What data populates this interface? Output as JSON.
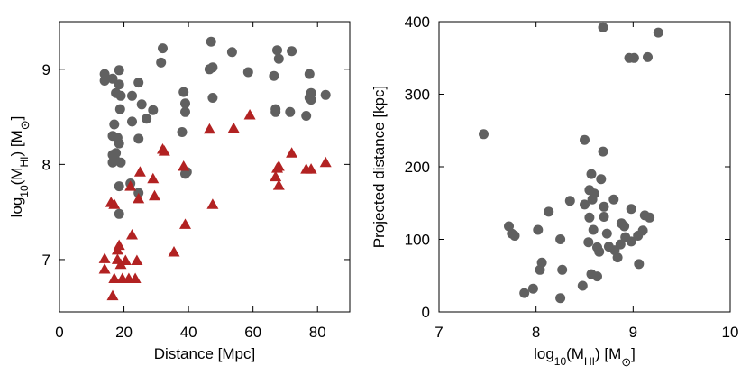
{
  "chart_data": [
    {
      "type": "scatter",
      "xlabel": "Distance [Mpc]",
      "ylabel_parts": {
        "pre": "log",
        "sub1": "10",
        "mid": "(M",
        "sub2": "HI",
        "post": ") [M",
        "sun": "⊙",
        "close": "]"
      },
      "xlim": [
        0,
        90
      ],
      "ylim": [
        6.45,
        9.5
      ],
      "x_ticks": [
        0,
        20,
        40,
        60,
        80
      ],
      "y_ticks": [
        7,
        8,
        9
      ],
      "x_tick_labels": [
        "0",
        "20",
        "40",
        "60",
        "80"
      ],
      "y_tick_labels": [
        "7",
        "8",
        "9"
      ],
      "series": [
        {
          "marker": "circle",
          "color": "#606060",
          "points": [
            [
              14,
              8.95
            ],
            [
              14,
              8.88
            ],
            [
              16.5,
              8.9
            ],
            [
              17.5,
              8.75
            ],
            [
              18.5,
              8.84
            ],
            [
              18.5,
              8.99
            ],
            [
              19,
              8.72
            ],
            [
              18.8,
              8.58
            ],
            [
              17,
              8.42
            ],
            [
              22.5,
              8.72
            ],
            [
              22.5,
              8.45
            ],
            [
              24.5,
              8.86
            ],
            [
              25.5,
              8.63
            ],
            [
              27,
              8.48
            ],
            [
              29,
              8.57
            ],
            [
              32,
              9.22
            ],
            [
              31.5,
              9.07
            ],
            [
              38.5,
              8.76
            ],
            [
              39,
              8.64
            ],
            [
              39,
              8.55
            ],
            [
              38,
              8.34
            ],
            [
              47,
              9.29
            ],
            [
              46.5,
              9.0
            ],
            [
              47.5,
              9.02
            ],
            [
              47.5,
              8.7
            ],
            [
              53.5,
              9.18
            ],
            [
              58.5,
              8.97
            ],
            [
              67.5,
              9.2
            ],
            [
              68,
              9.11
            ],
            [
              72,
              9.19
            ],
            [
              66.5,
              8.93
            ],
            [
              67,
              8.58
            ],
            [
              67,
              8.55
            ],
            [
              71.5,
              8.55
            ],
            [
              76.5,
              8.51
            ],
            [
              77.5,
              8.95
            ],
            [
              78,
              8.75
            ],
            [
              77.5,
              8.7
            ],
            [
              78,
              8.68
            ],
            [
              82.5,
              8.73
            ],
            [
              16.5,
              8.3
            ],
            [
              16.5,
              8.1
            ],
            [
              17.5,
              8.12
            ],
            [
              18.5,
              8.22
            ],
            [
              16.5,
              8.02
            ],
            [
              17.5,
              8.04
            ],
            [
              18,
              8.28
            ],
            [
              19,
              8.02
            ],
            [
              24.5,
              8.27
            ],
            [
              18.5,
              7.77
            ],
            [
              18.5,
              7.48
            ],
            [
              22,
              7.8
            ],
            [
              24.5,
              7.7
            ],
            [
              39,
              7.9
            ],
            [
              39.5,
              7.92
            ]
          ]
        },
        {
          "marker": "triangle",
          "color": "#b22222",
          "points": [
            [
              14,
              7.01
            ],
            [
              14,
              6.9
            ],
            [
              16,
              7.6
            ],
            [
              17,
              7.58
            ],
            [
              16.5,
              6.62
            ],
            [
              17,
              6.8
            ],
            [
              18,
              7.1
            ],
            [
              18.5,
              7.15
            ],
            [
              18,
              7.0
            ],
            [
              19,
              6.95
            ],
            [
              19.5,
              6.8
            ],
            [
              20.5,
              6.99
            ],
            [
              22.5,
              7.26
            ],
            [
              21.5,
              6.8
            ],
            [
              23.5,
              6.8
            ],
            [
              24,
              6.99
            ],
            [
              22,
              7.77
            ],
            [
              24.5,
              7.64
            ],
            [
              25,
              7.92
            ],
            [
              29,
              7.85
            ],
            [
              29.5,
              7.67
            ],
            [
              32,
              8.16
            ],
            [
              32.5,
              8.14
            ],
            [
              35.5,
              7.08
            ],
            [
              38.5,
              7.98
            ],
            [
              39,
              7.37
            ],
            [
              46.5,
              8.37
            ],
            [
              47.5,
              7.58
            ],
            [
              54,
              8.38
            ],
            [
              59,
              8.52
            ],
            [
              67.5,
              7.96
            ],
            [
              68,
              7.98
            ],
            [
              67,
              7.87
            ],
            [
              68,
              7.78
            ],
            [
              72,
              8.12
            ],
            [
              76.5,
              7.95
            ],
            [
              78,
              7.95
            ],
            [
              82.5,
              8.02
            ]
          ]
        }
      ]
    },
    {
      "type": "scatter",
      "xlabel_parts": {
        "pre": "log",
        "sub1": "10",
        "mid": "(M",
        "sub2": "HI",
        "post": ") [M",
        "sun": "⊙",
        "close": "]"
      },
      "ylabel": "Projected distance [kpc]",
      "xlim": [
        7,
        10
      ],
      "ylim": [
        0,
        400
      ],
      "x_ticks": [
        7,
        8,
        9,
        10
      ],
      "y_ticks": [
        0,
        100,
        200,
        300,
        400
      ],
      "x_tick_labels": [
        "7",
        "8",
        "9",
        "10"
      ],
      "y_tick_labels": [
        "0",
        "100",
        "200",
        "300",
        "400"
      ],
      "series": [
        {
          "marker": "circle",
          "color": "#606060",
          "points": [
            [
              7.46,
              245
            ],
            [
              8.69,
              392
            ],
            [
              8.96,
              350
            ],
            [
              9.01,
              350
            ],
            [
              9.15,
              351
            ],
            [
              9.26,
              385
            ],
            [
              8.5,
              237
            ],
            [
              8.69,
              221
            ],
            [
              8.57,
              190
            ],
            [
              8.67,
              183
            ],
            [
              8.55,
              168
            ],
            [
              8.6,
              163
            ],
            [
              8.58,
              155
            ],
            [
              8.35,
              153
            ],
            [
              8.8,
              155
            ],
            [
              8.5,
              148
            ],
            [
              8.7,
              145
            ],
            [
              8.98,
              142
            ],
            [
              8.13,
              138
            ],
            [
              7.72,
              118
            ],
            [
              7.75,
              108
            ],
            [
              7.78,
              105
            ],
            [
              8.02,
              113
            ],
            [
              8.55,
              130
            ],
            [
              8.7,
              131
            ],
            [
              8.88,
              122
            ],
            [
              8.91,
              118
            ],
            [
              8.92,
              103
            ],
            [
              9.12,
              133
            ],
            [
              9.17,
              130
            ],
            [
              9.1,
              112
            ],
            [
              9.05,
              105
            ],
            [
              8.59,
              113
            ],
            [
              8.73,
              108
            ],
            [
              8.25,
              100
            ],
            [
              8.54,
              96
            ],
            [
              8.63,
              89
            ],
            [
              8.65,
              83
            ],
            [
              8.75,
              90
            ],
            [
              8.81,
              85
            ],
            [
              8.84,
              75
            ],
            [
              8.87,
              93
            ],
            [
              8.98,
              97
            ],
            [
              8.06,
              68
            ],
            [
              8.04,
              58
            ],
            [
              8.27,
              58
            ],
            [
              8.57,
              52
            ],
            [
              8.63,
              49
            ],
            [
              9.06,
              66
            ],
            [
              8.48,
              36
            ],
            [
              7.97,
              32
            ],
            [
              7.88,
              26
            ],
            [
              8.25,
              19
            ]
          ]
        }
      ]
    }
  ]
}
